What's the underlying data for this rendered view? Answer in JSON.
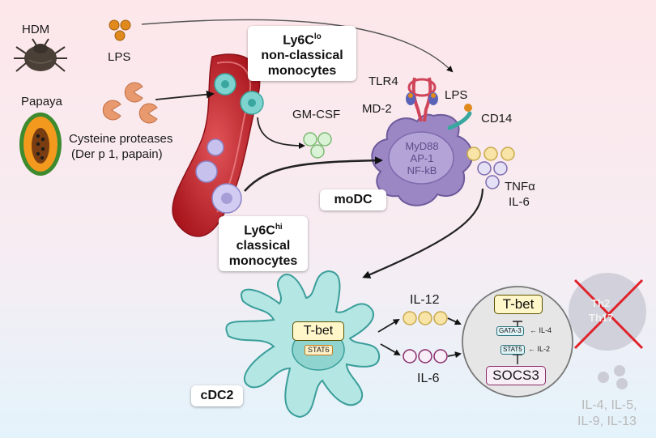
{
  "labels": {
    "hdm": "HDM",
    "lps_top": "LPS",
    "papaya": "Papaya",
    "cysteine": "Cysteine proteases",
    "der_p1": "(Der p 1, papain)",
    "gmcsf": "GM-CSF",
    "tlr4": "TLR4",
    "md2": "MD-2",
    "lps_receptor": "LPS",
    "cd14": "CD14",
    "myd88": "MyD88",
    "ap1": "AP-1",
    "nfkb": "NF-kB",
    "tnfa": "TNFα",
    "il6_modc": "IL-6",
    "il12": "IL-12",
    "il6_cdc2": "IL-6",
    "stat6": "STAT6",
    "gata3": "GATA-3",
    "il4_inhib": "IL-4",
    "stat5": "STAT5",
    "il2_inhib": "IL-2",
    "socs3": "SOCS3",
    "th2": "Th2",
    "th17": "Th17",
    "cyto_line1": "IL-4, IL-5,",
    "cyto_line2": "IL-9, IL-13"
  },
  "boxes": {
    "ly6c_lo_prefix": "Ly6C",
    "ly6c_lo_sup": "lo",
    "ly6c_lo_line2": "non-classical",
    "ly6c_lo_line3": "monocytes",
    "modc": "moDC",
    "ly6c_hi_prefix": "Ly6C",
    "ly6c_hi_sup": "hi",
    "ly6c_hi_line2": "classical",
    "ly6c_hi_line3": "monocytes",
    "cdc2": "cDC2"
  },
  "tbet_labels": {
    "cdc2": "T-bet",
    "tcell": "T-bet"
  },
  "colors": {
    "background": "#fde8ea",
    "background_bottom": "#e6f4fb",
    "vessel": "#c2272d",
    "monocyte_teal": "#7ed3cf",
    "monocyte_purple": "#c7c1ee",
    "modc": "#9b87c4",
    "dc_teal": "#b4e6e4",
    "cytokine_yellow": "#f7e4a6",
    "cytokine_green": "#daf2d6",
    "cytokine_purple": "#e4e1f7",
    "lps": "#e08a1e",
    "protease": "#e89a6e",
    "inhibited_cross": "#e0222a"
  }
}
